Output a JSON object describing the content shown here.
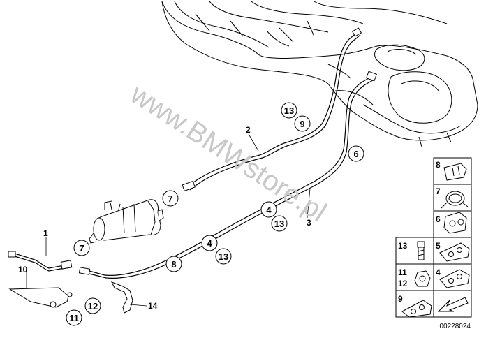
{
  "watermark": "www.BMWstore.pl",
  "doc_number": "00228024",
  "plain_labels": {
    "l1": "1",
    "l2": "2",
    "l3": "3",
    "l10": "10",
    "l14": "14"
  },
  "callouts": {
    "c13a": "13",
    "c9": "9",
    "c6": "6",
    "c7a": "7",
    "c4a": "4",
    "c13b": "13",
    "c7b": "7",
    "c4b": "4",
    "c13c": "13",
    "c8": "8",
    "c12": "12",
    "c11": "11"
  },
  "legend": [
    {
      "id": "8",
      "label": "8"
    },
    {
      "id": "7",
      "label": "7"
    },
    {
      "id": "6",
      "label": "6"
    },
    {
      "id": "13",
      "label": "13"
    },
    {
      "id": "5",
      "label": "5"
    },
    {
      "id": "11-12",
      "label": "11",
      "label2": "12"
    },
    {
      "id": "4",
      "label": "4"
    },
    {
      "id": "9",
      "label": "9"
    }
  ]
}
